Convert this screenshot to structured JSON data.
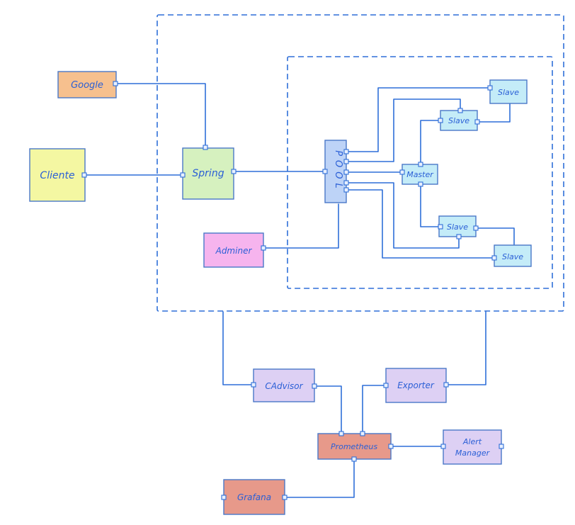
{
  "nodes": [
    {
      "id": "google",
      "label": "Google",
      "color": "#f6c08e"
    },
    {
      "id": "cliente",
      "label": "Cliente",
      "color": "#f4f7a2"
    },
    {
      "id": "spring",
      "label": "Spring",
      "color": "#d6f1bf"
    },
    {
      "id": "adminer",
      "label": "Adminer",
      "color": "#f6b4ee"
    },
    {
      "id": "pool",
      "label": "POOL",
      "color": "#bdd3f7"
    },
    {
      "id": "master",
      "label": "Master",
      "color": "#c4ecf8"
    },
    {
      "id": "slave1",
      "label": "Slave",
      "color": "#c4ecf8"
    },
    {
      "id": "slave2",
      "label": "Slave",
      "color": "#c4ecf8"
    },
    {
      "id": "slave3",
      "label": "Slave",
      "color": "#c4ecf8"
    },
    {
      "id": "slave4",
      "label": "Slave",
      "color": "#c4ecf8"
    },
    {
      "id": "cadvisor",
      "label": "CAdvisor",
      "color": "#ddd0f4"
    },
    {
      "id": "exporter",
      "label": "Exporter",
      "color": "#ddd0f4"
    },
    {
      "id": "prometheus",
      "label": "Prometheus",
      "color": "#e7998a"
    },
    {
      "id": "alertmanager",
      "label_line1": "Alert",
      "label_line2": "Manager",
      "color": "#ddd0f4"
    },
    {
      "id": "grafana",
      "label": "Grafana",
      "color": "#e7998a"
    }
  ],
  "edges": [
    {
      "from": "google",
      "to": "spring"
    },
    {
      "from": "cliente",
      "to": "spring"
    },
    {
      "from": "spring",
      "to": "pool"
    },
    {
      "from": "adminer",
      "to": "pool"
    },
    {
      "from": "pool",
      "to": "master"
    },
    {
      "from": "pool",
      "to": "slave1"
    },
    {
      "from": "pool",
      "to": "slave2"
    },
    {
      "from": "pool",
      "to": "slave3"
    },
    {
      "from": "pool",
      "to": "slave4"
    },
    {
      "from": "master",
      "to": "slave2"
    },
    {
      "from": "master",
      "to": "slave3"
    },
    {
      "from": "slave2",
      "to": "slave1"
    },
    {
      "from": "slave3",
      "to": "slave4"
    },
    {
      "from": "docker-host",
      "to": "cadvisor"
    },
    {
      "from": "docker-host",
      "to": "exporter"
    },
    {
      "from": "cadvisor",
      "to": "prometheus"
    },
    {
      "from": "exporter",
      "to": "prometheus"
    },
    {
      "from": "prometheus",
      "to": "alertmanager"
    },
    {
      "from": "prometheus",
      "to": "grafana"
    }
  ],
  "colors": {
    "line": "#2f6fd8",
    "text": "#2a5fd6"
  }
}
